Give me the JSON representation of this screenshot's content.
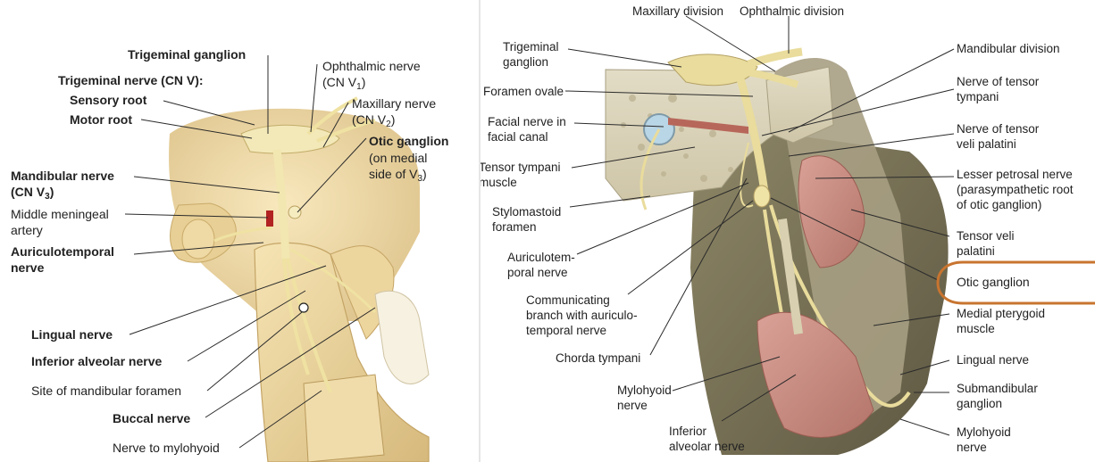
{
  "left_panel": {
    "labels": {
      "trigeminal_ganglion": "Trigeminal ganglion",
      "trigeminal_nerve": "Trigeminal nerve (CN V):",
      "sensory_root": "Sensory root",
      "motor_root": "Motor root",
      "ophthalmic_nerve_1": "Ophthalmic nerve",
      "ophthalmic_nerve_2": "(CN V",
      "ophthalmic_sub": "1",
      "maxillary_nerve_1": "Maxillary nerve",
      "maxillary_nerve_2": "(CN V",
      "maxillary_sub": "2",
      "otic_ganglion": "Otic ganglion",
      "otic_note_1": "(on medial",
      "otic_note_2": "side of V",
      "otic_sub": "3",
      "mandibular_nerve_1": "Mandibular nerve",
      "mandibular_nerve_2": "(CN V",
      "mandibular_sub": "3",
      "middle_meningeal_1": "Middle meningeal",
      "middle_meningeal_2": "artery",
      "auriculotemporal_1": "Auriculotemporal",
      "auriculotemporal_2": "nerve",
      "lingual_nerve": "Lingual nerve",
      "inferior_alveolar": "Inferior alveolar nerve",
      "mandibular_foramen": "Site of mandibular foramen",
      "buccal_nerve": "Buccal nerve",
      "nerve_to_mylohyoid": "Nerve to mylohyoid"
    }
  },
  "right_panel": {
    "labels": {
      "maxillary_division": "Maxillary division",
      "ophthalmic_division": "Ophthalmic division",
      "trigeminal_ganglion_1": "Trigeminal",
      "trigeminal_ganglion_2": "ganglion",
      "mandibular_division": "Mandibular division",
      "foramen_ovale": "Foramen ovale",
      "nerve_tensor_tympani_1": "Nerve of tensor",
      "nerve_tensor_tympani_2": "tympani",
      "facial_nerve_1": "Facial nerve in",
      "facial_nerve_2": "facial canal",
      "nerve_tensor_veli_1": "Nerve of tensor",
      "nerve_tensor_veli_2": "veli palatini",
      "tensor_tympani_1": "Tensor tympani",
      "tensor_tympani_2": "muscle",
      "lesser_petrosal_1": "Lesser petrosal nerve",
      "lesser_petrosal_2": "(parasympathetic root",
      "lesser_petrosal_3": "of otic ganglion)",
      "stylomastoid_1": "Stylomastoid",
      "stylomastoid_2": "foramen",
      "tensor_veli_1": "Tensor veli",
      "tensor_veli_2": "palatini",
      "auriculotemporal_1": "Auriculotem-",
      "auriculotemporal_2": "poral nerve",
      "otic_ganglion": "Otic ganglion",
      "communicating_1": "Communicating",
      "communicating_2": "branch with auriculo-",
      "communicating_3": "temporal nerve",
      "medial_pterygoid_1": "Medial pterygoid",
      "medial_pterygoid_2": "muscle",
      "chorda_tympani": "Chorda tympani",
      "lingual_nerve": "Lingual nerve",
      "mylohyoid_left_1": "Mylohyoid",
      "mylohyoid_left_2": "nerve",
      "submandibular_1": "Submandibular",
      "submandibular_2": "ganglion",
      "inferior_alveolar_1": "Inferior",
      "inferior_alveolar_2": "alveolar nerve",
      "mylohyoid_right_1": "Mylohyoid",
      "mylohyoid_right_2": "nerve"
    },
    "highlight_color": "#c8742f"
  },
  "colors": {
    "bone": "#f2dfae",
    "bone_shadow": "#d9bf83",
    "nerve": "#efe3a0",
    "muscle": "#c98a7f",
    "artery": "#b22222",
    "cut_bone": "#d8cfb6"
  }
}
